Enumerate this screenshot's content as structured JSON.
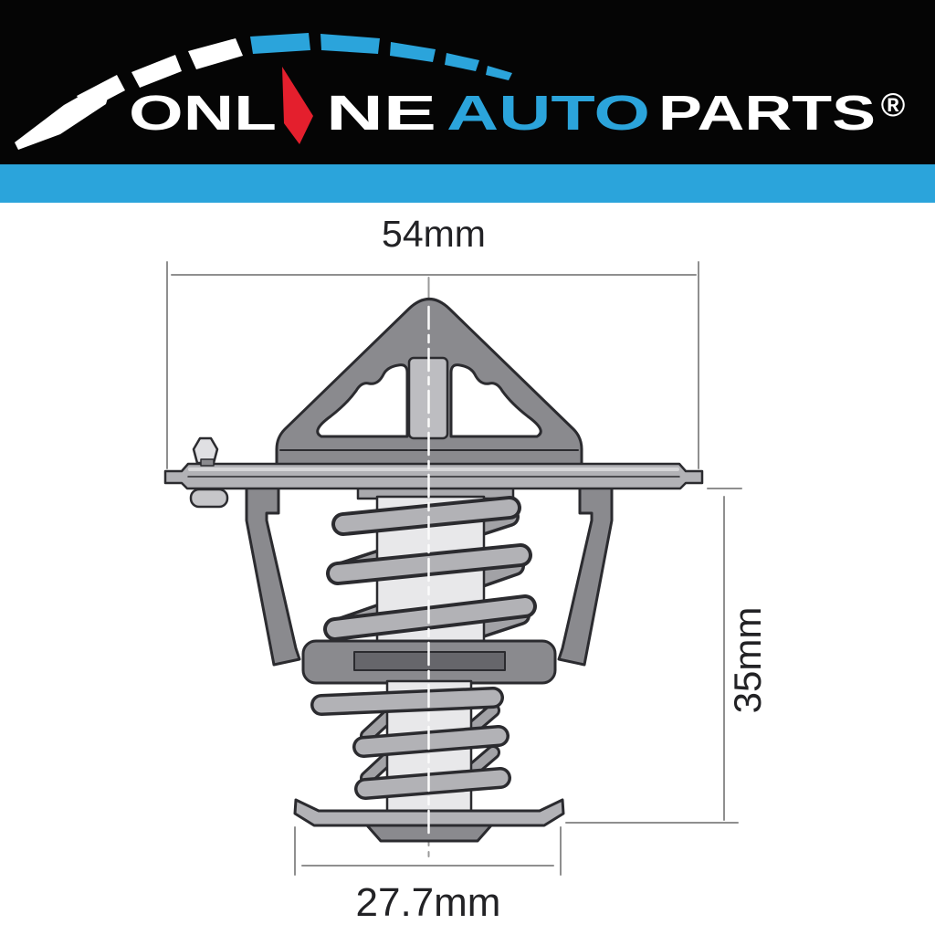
{
  "brand": {
    "name_part1": "ONL",
    "name_part2": "NE",
    "name_part3": "AUTO",
    "name_part4": "PARTS",
    "registered_symbol": "®",
    "colors": {
      "header_background": "#050505",
      "accent_blue": "#2ba4db",
      "needle_red": "#e41f2d",
      "logo_white": "#ffffff"
    }
  },
  "accent_bar": {
    "color": "#2ba4db"
  },
  "diagram": {
    "dimensions": {
      "top_width": "54mm",
      "right_height": "35mm",
      "bottom_width": "27.7mm"
    },
    "colors": {
      "outline": "#2b2b2f",
      "body_gray": "#8a8a8e",
      "flange_gray": "#b2b2b6",
      "spring_gray": "#b2b2b6",
      "back_coil_gray": "#a2a2a6",
      "piston_light": "#e8e8ea",
      "post_gray": "#bdbdc1",
      "seat_slot_dark": "#66666b",
      "dimension_line_gray": "#8f8f8f",
      "label_text": "#222225"
    }
  }
}
